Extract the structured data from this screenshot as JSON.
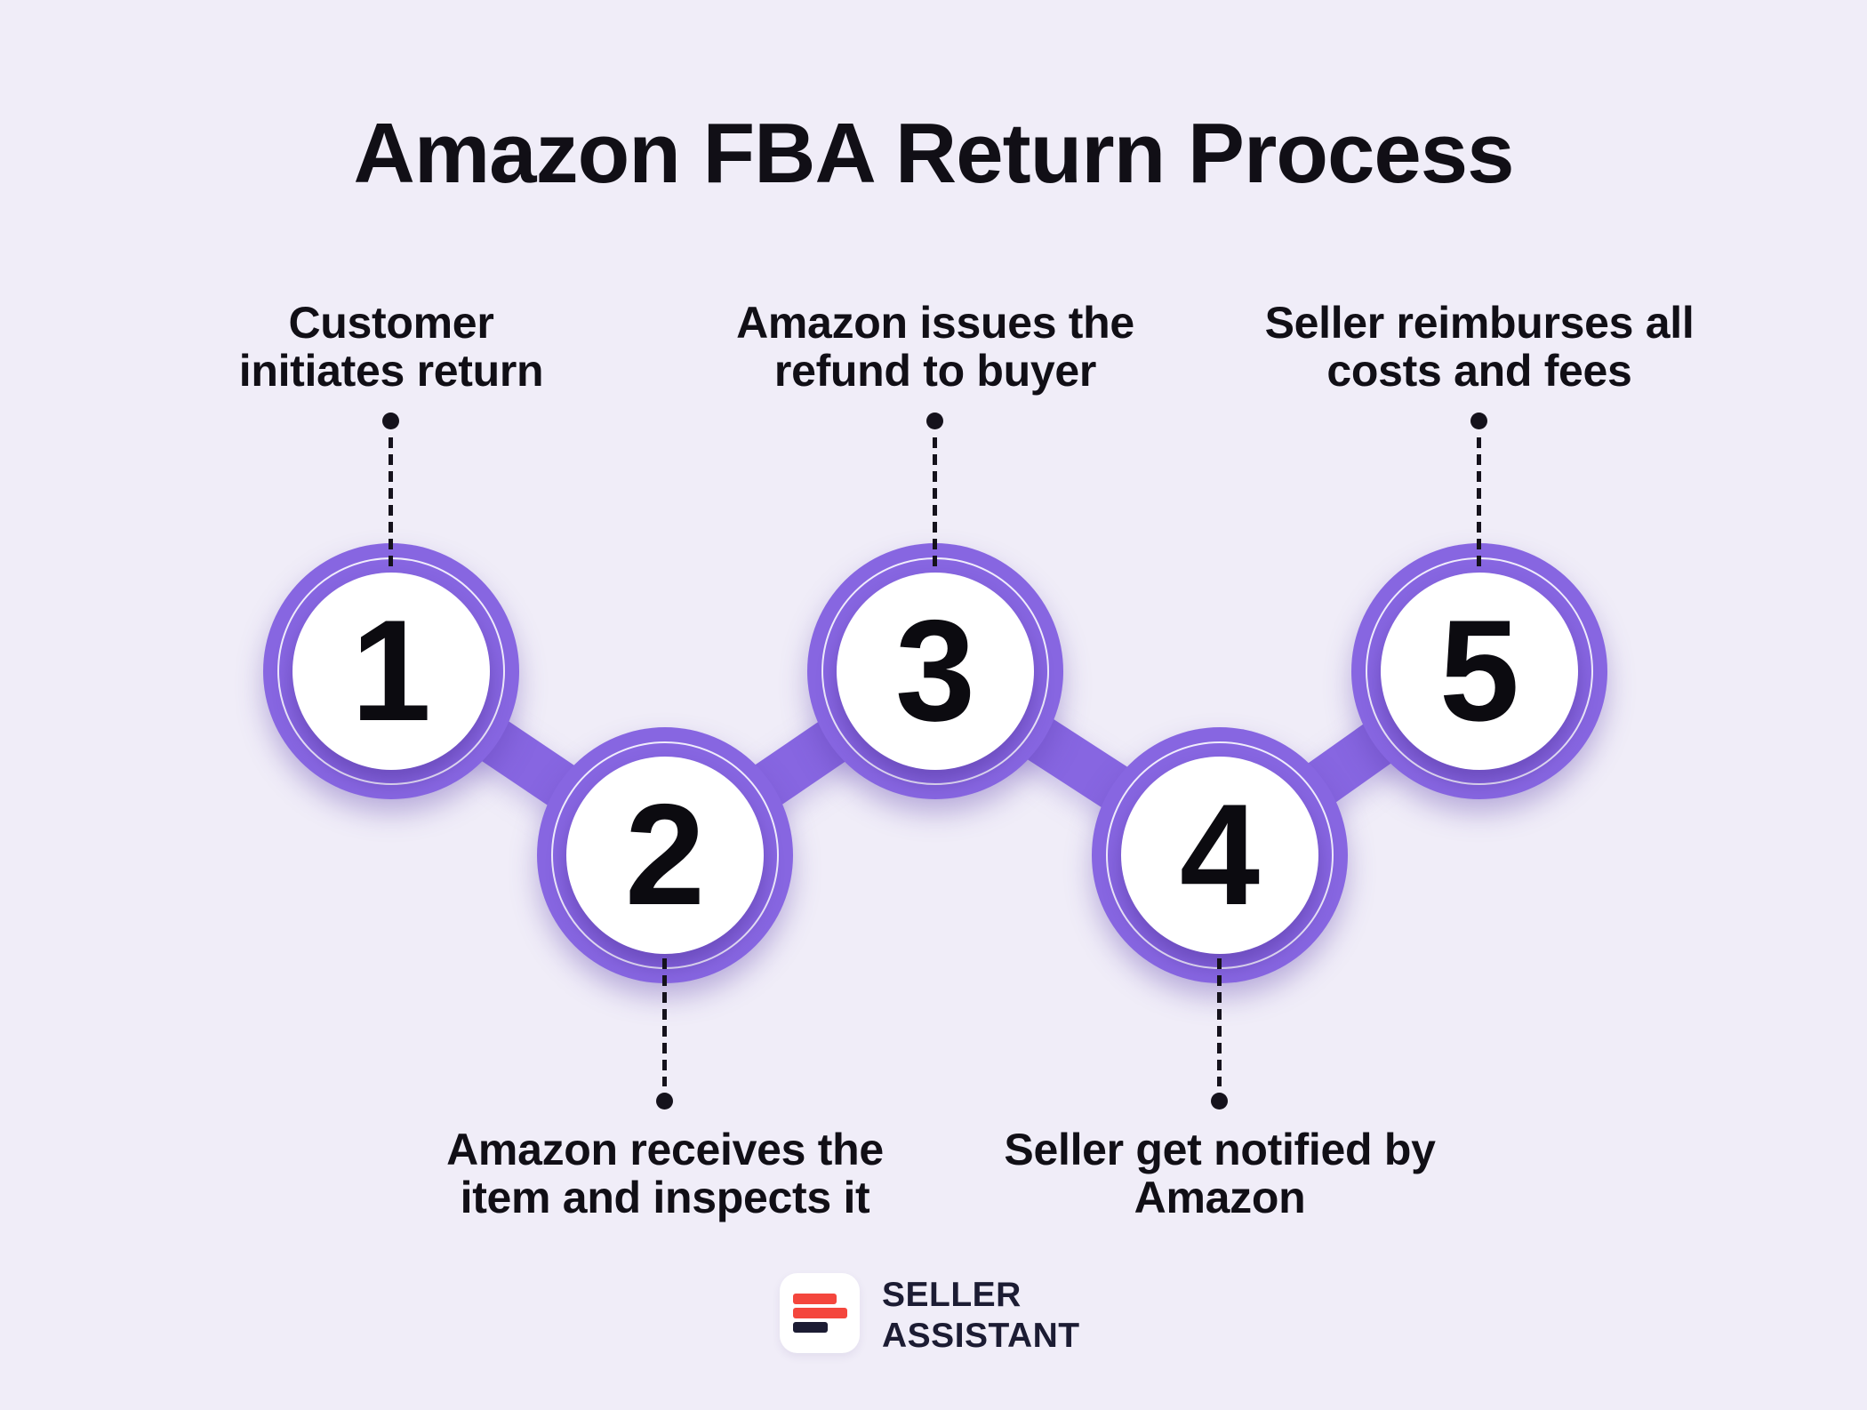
{
  "title": "Amazon FBA Return Process",
  "steps": [
    {
      "number": "1",
      "label_line1": "Customer",
      "label_line2": "initiates return",
      "label_position": "top"
    },
    {
      "number": "2",
      "label_line1": "Amazon receives the",
      "label_line2": "item and inspects it",
      "label_position": "bottom"
    },
    {
      "number": "3",
      "label_line1": "Amazon issues the",
      "label_line2": "refund to buyer",
      "label_position": "top"
    },
    {
      "number": "4",
      "label_line1": "Seller get notified by",
      "label_line2": "Amazon",
      "label_position": "bottom"
    },
    {
      "number": "5",
      "label_line1": "Seller reimburses all",
      "label_line2": "costs and fees",
      "label_position": "top"
    }
  ],
  "logo": {
    "line1": "SELLER",
    "line2": "ASSISTANT"
  },
  "colors": {
    "background": "#F0EDF8",
    "accent_purple": "#8766E1",
    "text_dark": "#110F16",
    "circle_fill": "#FFFFFF",
    "number_color": "#0C0B10",
    "logo_red": "#F4463D",
    "logo_navy": "#1C1C33"
  }
}
